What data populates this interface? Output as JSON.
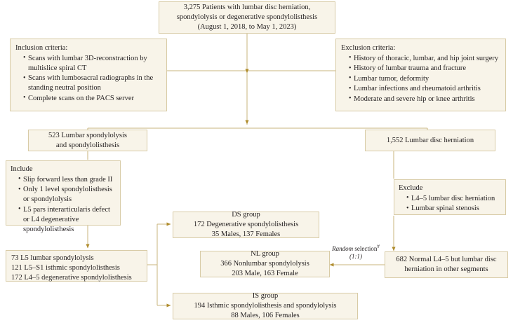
{
  "figure": {
    "type": "flowchart",
    "title": "Patient selection flow diagram",
    "accent_border": "#d8cba6",
    "box_fill": "#f8f4e9",
    "connector_color": "#bfa martin",
    "line_color": "#c9b47e",
    "arrow_color": "#b08d2e"
  },
  "nodes": {
    "enrolled": {
      "lines": [
        "3,275 Patients with lumbar disc herniation,",
        "spondylolysis or degenerative spondylolisthesis",
        "(August 1, 2018, to May 1, 2023)"
      ]
    },
    "inclusion": {
      "heading": "Inclusion criteria:",
      "items": [
        "Scans with lumbar 3D-reconstraction by multislice spiral CT",
        "Scans with lumbosacral radiographs in the standing neutral position",
        "Complete scans on the PACS server"
      ]
    },
    "exclusion": {
      "heading": "Exclusion criteria:",
      "items": [
        "History of thoracic, lumbar, and hip joint surgery",
        "History of lumbar trauma and fracture",
        "Lumbar tumor, deformity",
        "Lumbar infections and rheumatoid arthritis",
        "Moderate and severe hip or knee arthritis"
      ]
    },
    "spondy": {
      "lines": [
        "523 Lumbar spondylolysis",
        "and spondylolisthesis"
      ]
    },
    "ldh": {
      "lines": [
        "1,552 Lumbar disc herniation"
      ]
    },
    "include": {
      "heading": "Include",
      "items": [
        "Slip forward less than grade II",
        "Only 1 level spondylolisthesis or spondylolysis",
        "L5 pars interarticularis defect or L4 degenerative spondylolisthesis"
      ]
    },
    "exclude2": {
      "heading": "Exclude",
      "items": [
        "L4–5 lumbar disc herniation",
        "Lumbar spinal stenosis"
      ]
    },
    "counts": {
      "lines": [
        "73 L5 lumbar spondylolysis",
        "121 L5–S1 isthmic spondylolisthesis",
        "172 L4–5 degenerative spondylolisthesis"
      ]
    },
    "normal": {
      "lines": [
        "682 Normal L4–5 but lumbar disc",
        "herniation in other segments"
      ]
    },
    "ds_group": {
      "lines": [
        "DS group",
        "172 Degenerative spondylolisthesis",
        "35 Males, 137 Females"
      ]
    },
    "nl_group": {
      "lines": [
        "NL group",
        "366 Nonlumbar spondylolysis",
        "203 Male, 163 Female"
      ]
    },
    "is_group": {
      "lines": [
        "IS group",
        "194 Isthmic spondylolisthesis and spondylolysis",
        "88 Males, 106 Females"
      ]
    }
  },
  "labels": {
    "random_selection": {
      "italic_word": "Random",
      "rest": " selection",
      "marker": "#",
      "ratio": "(1:1)"
    }
  }
}
